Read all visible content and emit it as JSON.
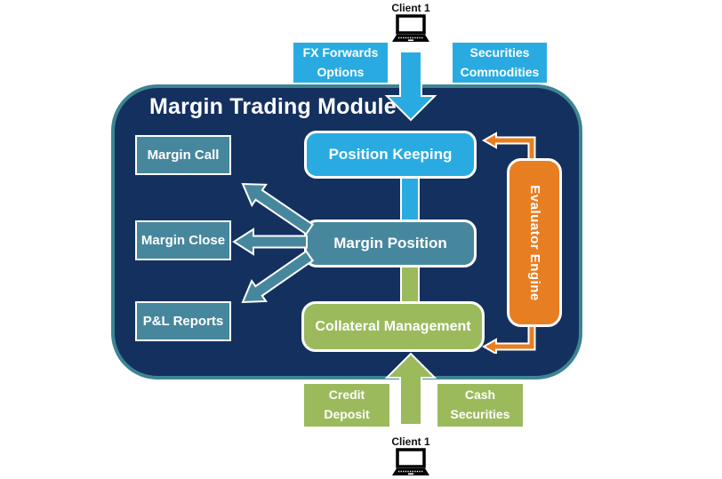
{
  "colors": {
    "navy": "#14305F",
    "light_blue": "#29ABE2",
    "teal": "#47879D",
    "green": "#9BBA5C",
    "orange": "#E87E22",
    "container_rim": "#3E8492"
  },
  "clients": {
    "top": "Client 1",
    "bottom": "Client 1"
  },
  "inflows": {
    "fx": {
      "line1": "FX Forwards",
      "line2": "Options"
    },
    "securities": {
      "line1": "Securities",
      "line2": "Commodities"
    },
    "credit": {
      "line1": "Credit",
      "line2": "Deposit"
    },
    "cash": {
      "line1": "Cash",
      "line2": "Securities"
    }
  },
  "module": {
    "title": "Margin Trading Module",
    "position_keeping": "Position Keeping",
    "margin_position": "Margin Position",
    "collateral_management": "Collateral Management",
    "evaluator_engine": "Evaluator Engine",
    "outputs": [
      "Margin Call",
      "Margin Close",
      "P&L Reports"
    ]
  }
}
